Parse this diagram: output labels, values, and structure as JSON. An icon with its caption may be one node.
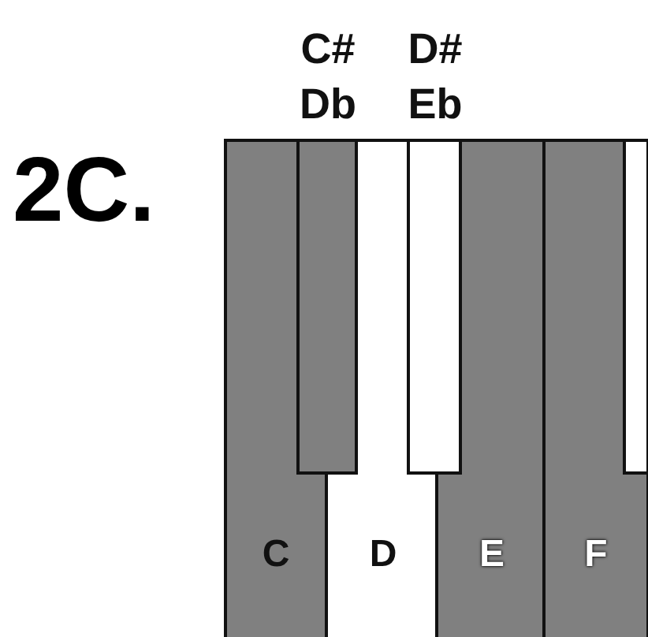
{
  "diagram": {
    "title": "2C.",
    "labels": [
      "C# Db",
      "D# Eb",
      "C",
      "D",
      "E",
      "F"
    ]
  }
}
